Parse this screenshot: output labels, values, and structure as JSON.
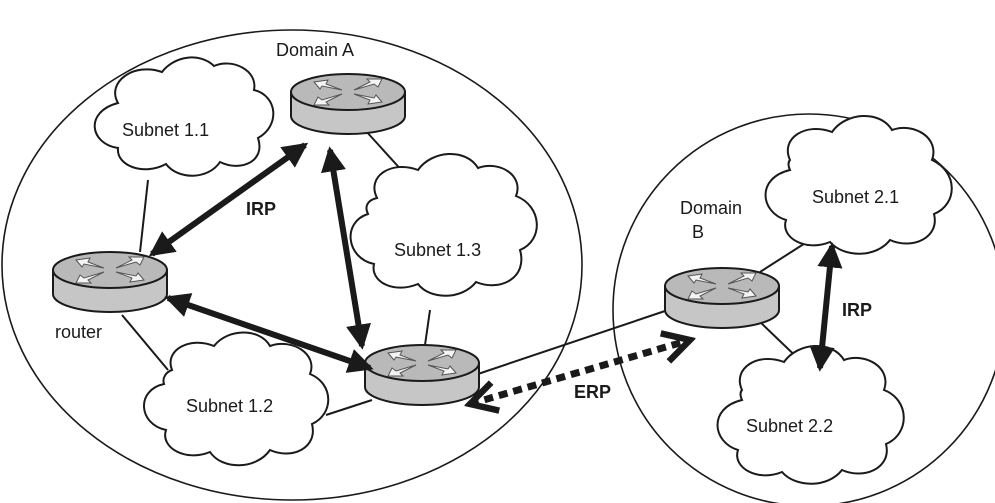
{
  "domains": {
    "a": {
      "label": "Domain A"
    },
    "b": {
      "label_line1": "Domain",
      "label_line2": "B"
    }
  },
  "subnets": {
    "s11": "Subnet 1.1",
    "s12": "Subnet 1.2",
    "s13": "Subnet 1.3",
    "s21": "Subnet 2.1",
    "s22": "Subnet 2.2"
  },
  "router_label": "router",
  "protocols": {
    "irp_a": "IRP",
    "irp_b": "IRP",
    "erp": "ERP"
  },
  "colors": {
    "line": "#1a1a1a",
    "router_body": "#c8c8c8",
    "router_top": "#b4b4b4",
    "background": "#ffffff"
  }
}
